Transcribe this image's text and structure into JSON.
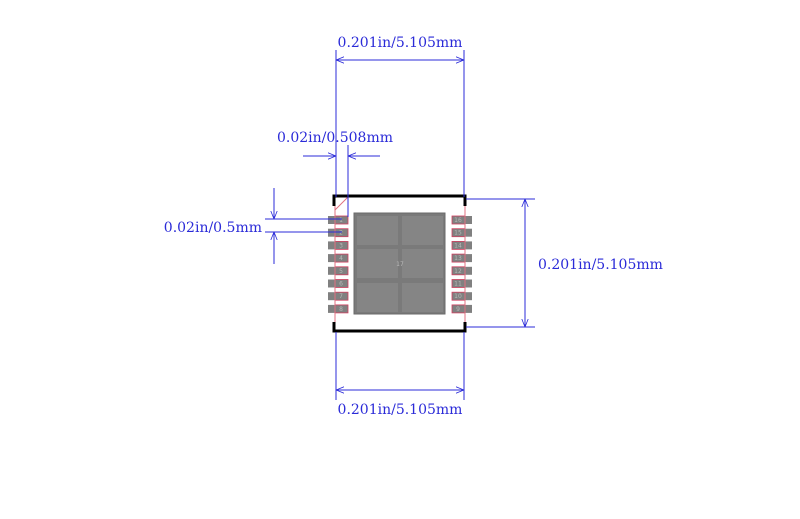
{
  "dimensions": {
    "top_width": "0.201in/5.105mm",
    "pad_width": "0.02in/0.508mm",
    "pitch": "0.02in/0.5mm",
    "height": "0.201in/5.105mm",
    "bottom_width": "0.201in/5.105mm"
  },
  "pins_left": [
    "1",
    "2",
    "3",
    "4",
    "5",
    "6",
    "7",
    "8"
  ],
  "pins_right": [
    "16",
    "15",
    "14",
    "13",
    "12",
    "11",
    "10",
    "9"
  ],
  "center_pad": "17",
  "colors": {
    "dimension": "#2b2bd8",
    "outline": "#e06070",
    "pad": "#808080",
    "silkscreen": "#000000"
  }
}
